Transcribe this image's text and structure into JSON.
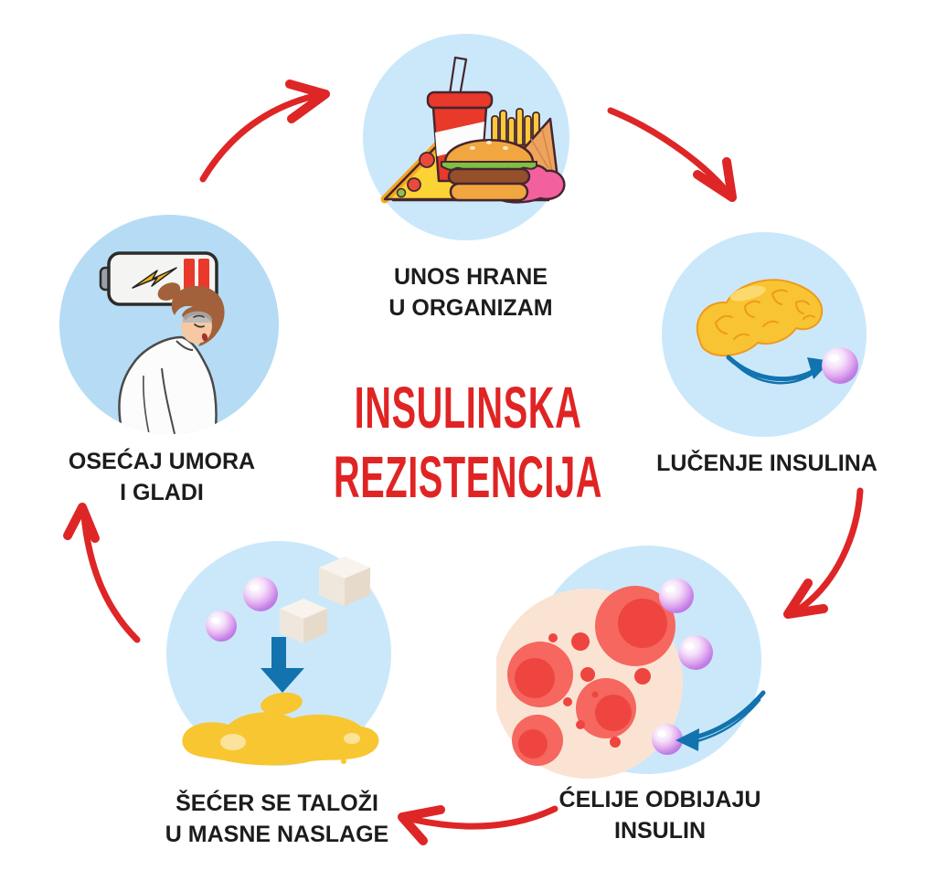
{
  "title": {
    "line1": "INSULINSKA",
    "line2": "REZISTENCIJA"
  },
  "stages": {
    "food": {
      "lines": [
        "UNOS HRANE",
        "U ORGANIZAM"
      ],
      "icon": "fast-food-icon"
    },
    "insulin": {
      "lines": [
        "LUČENJE INSULINA"
      ],
      "icon": "pancreas-insulin-icon"
    },
    "cells": {
      "lines": [
        "ĆELIJE ODBIJAJU",
        "INSULIN"
      ],
      "icon": "cells-reject-insulin-icon"
    },
    "sugar": {
      "lines": [
        "ŠEĆER SE TALOŽI",
        "U MASNE NASLAGE"
      ],
      "icon": "sugar-to-fat-icon"
    },
    "tired": {
      "lines": [
        "OSEĆAJ UMORA",
        "I GLADI"
      ],
      "icon": "low-battery-tired-person-icon"
    }
  },
  "cycle": {
    "direction": "clockwise",
    "order": [
      "food",
      "insulin",
      "cells",
      "sugar",
      "tired"
    ]
  },
  "colors": {
    "title_red": "#e02424",
    "arrow_red": "#de2626",
    "flow_arrow_blue": "#1273ae",
    "circle_light_blue": "#cbe8fb",
    "circle_light_blue_darker": "#b5dcf4",
    "label_text": "#1c1c1c",
    "pancreas_yellow": "#f9c433",
    "fat_yellow": "#f8c630",
    "insulin_pearl_purple": "#c37fe6",
    "cell_red": "#f5675f",
    "battery_bar_red": "#e8392b"
  }
}
